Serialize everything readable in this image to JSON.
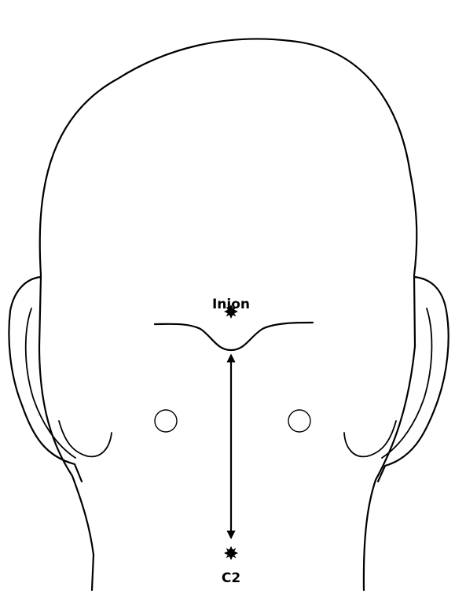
{
  "labels": {
    "top_landmark": "Inion",
    "bottom_landmark": "C2"
  },
  "colors": {
    "line": "#000000",
    "background": "#ffffff"
  },
  "markers": {
    "star_icon": "eight-point-star",
    "circle_icon": "circle-outline"
  }
}
